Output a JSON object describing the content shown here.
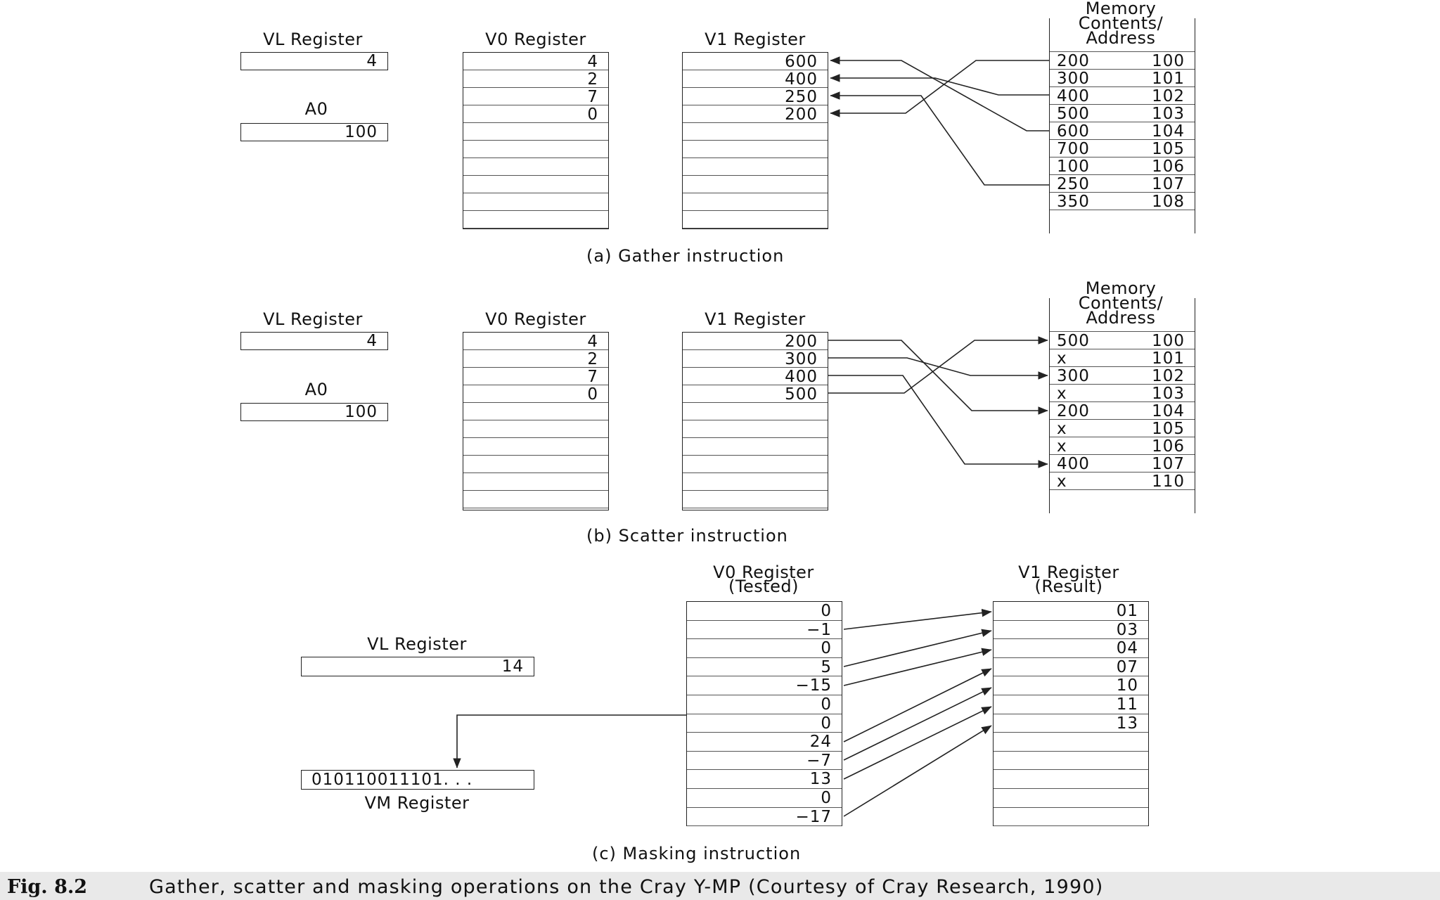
{
  "panels": {
    "gather": {
      "caption": "(a) Gather instruction",
      "vl_label": "VL Register",
      "vl_value": "4",
      "a0_label": "A0",
      "a0_value": "100",
      "v0_label": "V0 Register",
      "v0_values": [
        "4",
        "2",
        "7",
        "0",
        "",
        "",
        "",
        "",
        "",
        ""
      ],
      "v1_label": "V1 Register",
      "v1_values": [
        "600",
        "400",
        "250",
        "200",
        "",
        "",
        "",
        "",
        "",
        ""
      ],
      "memory_header": [
        "Memory",
        "Contents/",
        "Address"
      ],
      "memory": [
        {
          "content": "200",
          "address": "100"
        },
        {
          "content": "300",
          "address": "101"
        },
        {
          "content": "400",
          "address": "102"
        },
        {
          "content": "500",
          "address": "103"
        },
        {
          "content": "600",
          "address": "104"
        },
        {
          "content": "700",
          "address": "105"
        },
        {
          "content": "100",
          "address": "106"
        },
        {
          "content": "250",
          "address": "107"
        },
        {
          "content": "350",
          "address": "108"
        }
      ]
    },
    "scatter": {
      "caption": "(b) Scatter instruction",
      "vl_label": "VL Register",
      "vl_value": "4",
      "a0_label": "A0",
      "a0_value": "100",
      "v0_label": "V0 Register",
      "v0_values": [
        "4",
        "2",
        "7",
        "0",
        "",
        "",
        "",
        "",
        "",
        ""
      ],
      "v1_label": "V1 Register",
      "v1_values": [
        "200",
        "300",
        "400",
        "500",
        "",
        "",
        "",
        "",
        "",
        ""
      ],
      "memory_header": [
        "Memory",
        "Contents/",
        "Address"
      ],
      "memory": [
        {
          "content": "500",
          "address": "100"
        },
        {
          "content": "x",
          "address": "101"
        },
        {
          "content": "300",
          "address": "102"
        },
        {
          "content": "x",
          "address": "103"
        },
        {
          "content": "200",
          "address": "104"
        },
        {
          "content": "x",
          "address": "105"
        },
        {
          "content": "x",
          "address": "106"
        },
        {
          "content": "400",
          "address": "107"
        },
        {
          "content": "x",
          "address": "110"
        }
      ]
    },
    "masking": {
      "caption": "(c) Masking instruction",
      "vl_label": "VL Register",
      "vl_value": "14",
      "vm_label": "VM Register",
      "vm_value": "010110011101. . .",
      "v0_label": [
        "V0 Register",
        "(Tested)"
      ],
      "v0_values": [
        "0",
        "−1",
        "0",
        "5",
        "−15",
        "0",
        "0",
        "24",
        "−7",
        "13",
        "0",
        "−17"
      ],
      "v1_label": [
        "V1 Register",
        "(Result)"
      ],
      "v1_values": [
        "01",
        "03",
        "04",
        "07",
        "10",
        "11",
        "13",
        "",
        "",
        "",
        "",
        ""
      ]
    }
  },
  "figure": {
    "number": "Fig. 8.2",
    "caption": "Gather, scatter and masking operations on the Cray Y-MP  (Courtesy of Cray Research, 1990)"
  }
}
